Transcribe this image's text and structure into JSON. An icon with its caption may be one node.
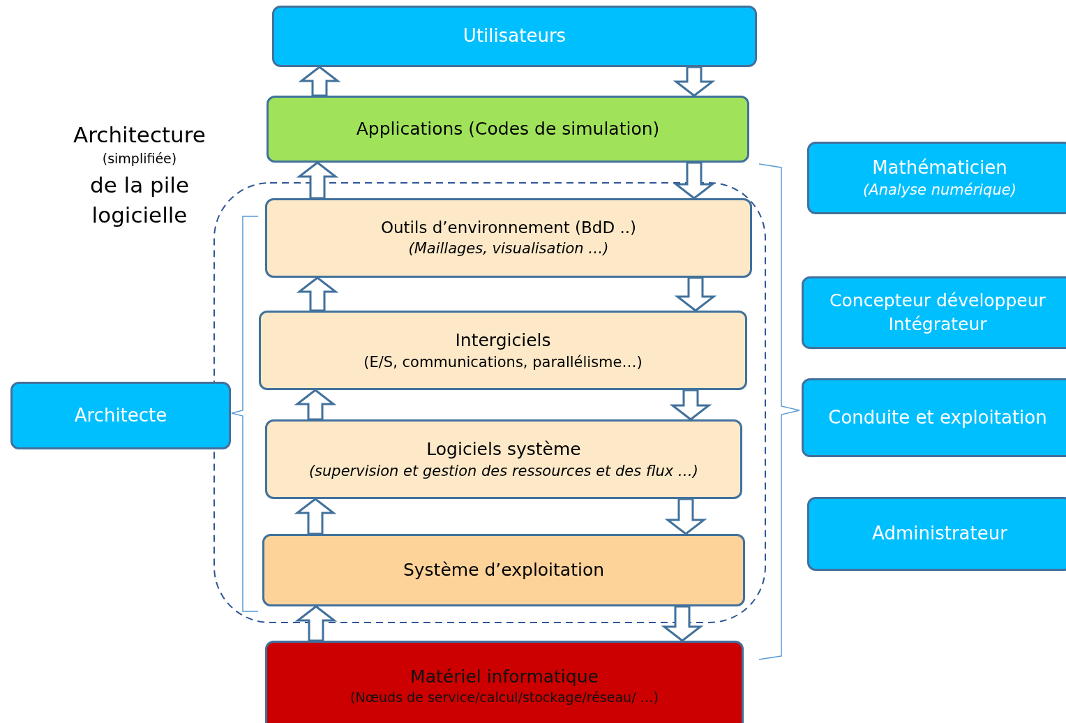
{
  "diagram": {
    "nodes": [
      {
        "text": [
          "Utilisateurs"
        ]
      },
      {
        "text": [
          "Applications (Codes de simulation)"
        ]
      },
      {
        "text": [
          "Outils d’environnement (BdD ..)",
          "(Maillages, visualisation …)"
        ]
      },
      {
        "text": [
          "Intergiciels",
          "(E/S, communications, parallélisme…)"
        ]
      },
      {
        "text": [
          "Logiciels système",
          "(supervision et gestion des ressources et des flux …)"
        ]
      },
      {
        "text": [
          "Système d’exploitation"
        ]
      },
      {
        "text": [
          "Matériel informatique",
          "(Nœuds de service/calcul/stockage/réseau/ …)"
        ]
      },
      {
        "text": [
          "Architecte"
        ]
      },
      {
        "text": [
          "Mathématicien",
          "(Analyse numérique)"
        ]
      },
      {
        "text": [
          "Concepteur développeur Intégrateur"
        ]
      },
      {
        "text": [
          "Conduite et exploitation"
        ]
      },
      {
        "text": [
          "Administrateur"
        ]
      }
    ],
    "edges": [
      {
        "from": 1,
        "to": 0,
        "arrow": "to"
      },
      {
        "from": 0,
        "to": 1,
        "arrow": "to"
      },
      {
        "from": 2,
        "to": 1,
        "arrow": "to"
      },
      {
        "from": 1,
        "to": 2,
        "arrow": "to"
      },
      {
        "from": 3,
        "to": 2,
        "arrow": "to"
      },
      {
        "from": 2,
        "to": 3,
        "arrow": "to"
      },
      {
        "from": 4,
        "to": 3,
        "arrow": "to"
      },
      {
        "from": 3,
        "to": 4,
        "arrow": "to"
      },
      {
        "from": 5,
        "to": 4,
        "arrow": "to"
      },
      {
        "from": 4,
        "to": 5,
        "arrow": "to"
      },
      {
        "from": 6,
        "to": 5,
        "arrow": "to"
      },
      {
        "from": 5,
        "to": 6,
        "arrow": "to"
      }
    ],
    "labels": [
      "Architecture",
      "(simplifiée)",
      "de la pile logicielle"
    ]
  }
}
